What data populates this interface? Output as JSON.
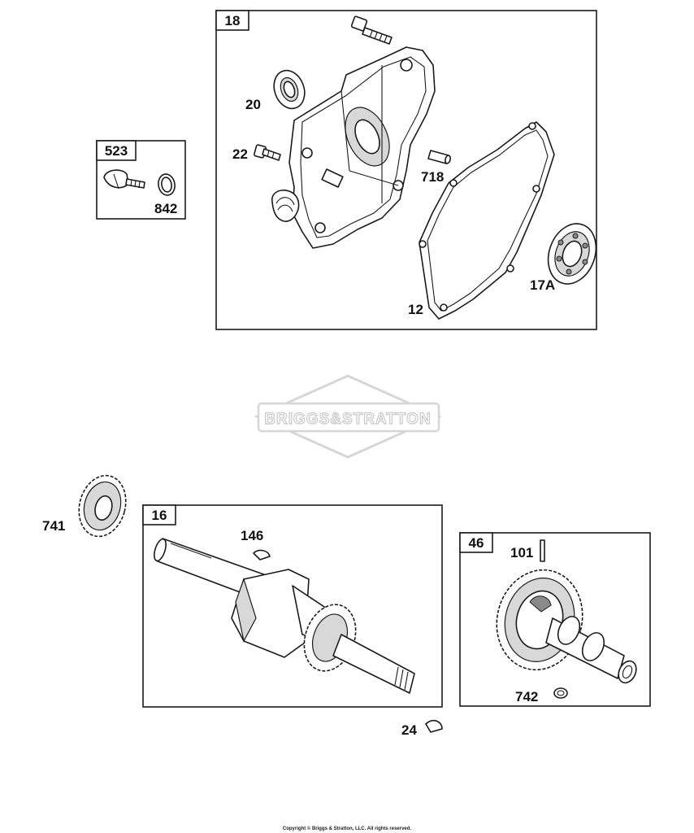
{
  "groups": [
    {
      "id": "18",
      "items": [
        "20",
        "22",
        "718",
        "12",
        "17A"
      ]
    },
    {
      "id": "523",
      "items": [
        "842"
      ]
    },
    {
      "id": "16",
      "items": [
        "146"
      ]
    },
    {
      "id": "46",
      "items": [
        "101",
        "742"
      ]
    }
  ],
  "loose_parts": [
    "741",
    "24"
  ],
  "watermark": "BRIGGS&STRATTON",
  "copyright": "Copyright © Briggs & Stratton, LLC. All rights reserved."
}
